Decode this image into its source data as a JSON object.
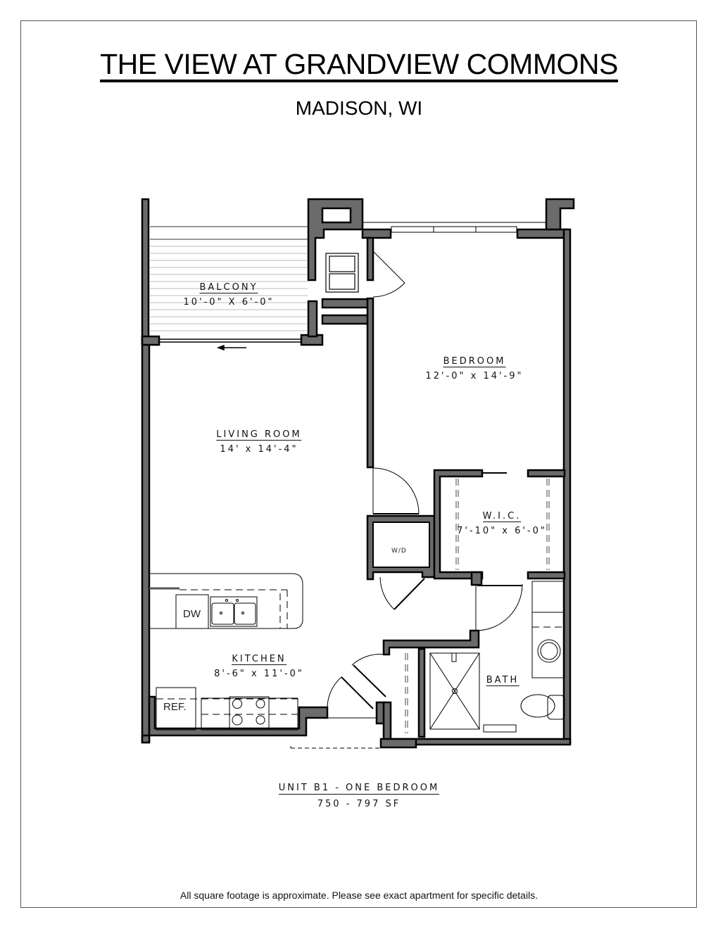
{
  "header": {
    "title": "THE VIEW AT GRANDVIEW COMMONS",
    "subtitle": "MADISON, WI"
  },
  "rooms": {
    "balcony": {
      "name": "BALCONY",
      "dim": "10'-0\" X 6'-0\""
    },
    "bedroom": {
      "name": "BEDROOM",
      "dim": "12'-0\" x 14'-9\""
    },
    "living_room": {
      "name": "LIVING ROOM",
      "dim": "14' x 14'-4\""
    },
    "wic": {
      "name": "W.I.C.",
      "dim": "7'-10\" x 6'-0\""
    },
    "kitchen": {
      "name": "KITCHEN",
      "dim": "8'-6\" x 11'-0\""
    },
    "bath": {
      "name": "BATH",
      "dim": ""
    }
  },
  "fixtures": {
    "dishwasher": "DW",
    "refrigerator": "REF.",
    "washer_dryer": "W/D"
  },
  "unit": {
    "name": "UNIT B1 - ONE BEDROOM",
    "sf": "750 - 797 SF"
  },
  "footnote": "All square footage is approximate. Please see exact apartment for specific details.",
  "colors": {
    "wall_fill": "#6b6b6b",
    "wall_outline": "#000000",
    "text": "#111111"
  }
}
